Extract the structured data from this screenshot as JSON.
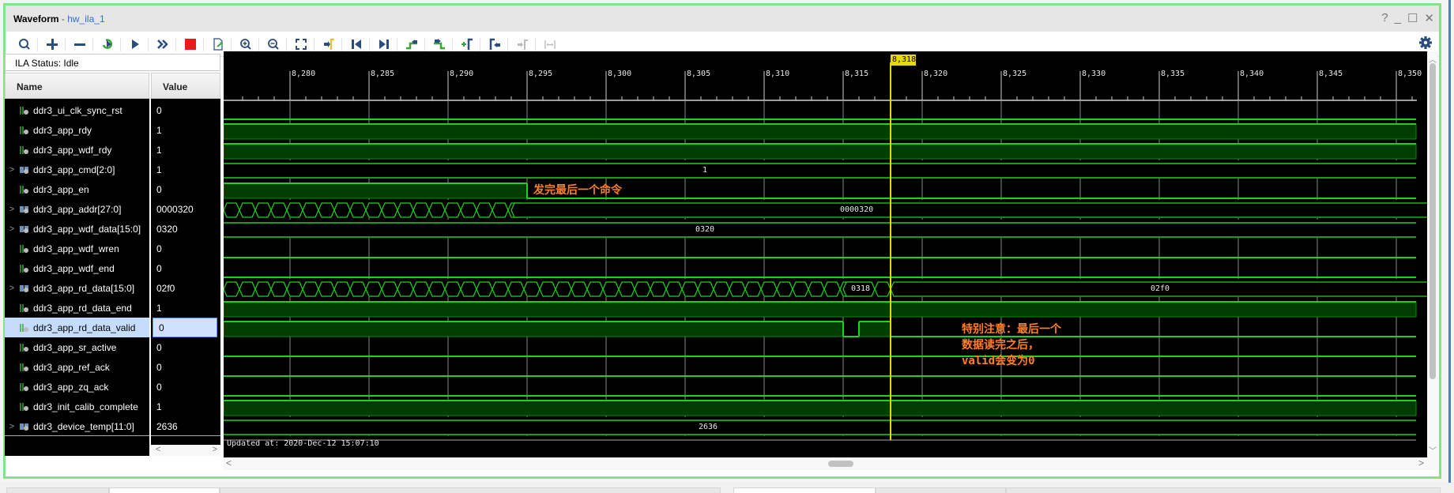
{
  "window": {
    "title": "Waveform",
    "separator": " - ",
    "subtitle": "hw_ila_1",
    "controls": [
      "?",
      "_",
      "☐",
      "✕"
    ]
  },
  "toolbar": {
    "buttons": [
      {
        "name": "search",
        "icon": "search-icon"
      },
      {
        "name": "add",
        "icon": "plus-icon"
      },
      {
        "name": "remove",
        "icon": "minus-icon"
      },
      {
        "name": "run-trigger-immediate",
        "icon": "refresh-run-icon"
      },
      {
        "name": "run-trigger",
        "icon": "play-icon"
      },
      {
        "name": "run-trigger-continuous",
        "icon": "double-chevron-icon"
      },
      {
        "name": "stop",
        "icon": "stop-icon"
      },
      {
        "name": "export",
        "icon": "export-icon"
      },
      {
        "name": "zoom-in",
        "icon": "zoom-in-icon"
      },
      {
        "name": "zoom-out",
        "icon": "zoom-out-icon"
      },
      {
        "name": "zoom-fit",
        "icon": "zoom-fit-icon"
      },
      {
        "name": "go-to-cursor",
        "icon": "go-to-cursor-icon"
      },
      {
        "name": "go-to-time-0",
        "icon": "skip-start-icon"
      },
      {
        "name": "go-to-last-time",
        "icon": "skip-end-icon"
      },
      {
        "name": "previous-transition",
        "icon": "previous-transition-icon"
      },
      {
        "name": "next-transition",
        "icon": "next-transition-icon"
      },
      {
        "name": "add-marker",
        "icon": "add-marker-icon"
      },
      {
        "name": "previous-marker",
        "icon": "previous-marker-icon"
      },
      {
        "name": "next-marker",
        "icon": "next-marker-icon"
      },
      {
        "name": "swap-cursors",
        "icon": "swap-cursors-icon"
      }
    ],
    "settings_icon": "gear-icon"
  },
  "ila_status": "ILA Status:  Idle",
  "columns": {
    "name": "Name",
    "value": "Value"
  },
  "signals": [
    {
      "name": "ddr3_ui_clk_sync_rst",
      "value": "0",
      "type": "bit"
    },
    {
      "name": "ddr3_app_rdy",
      "value": "1",
      "type": "bit"
    },
    {
      "name": "ddr3_app_wdf_rdy",
      "value": "1",
      "type": "bit"
    },
    {
      "name": "ddr3_app_cmd[2:0]",
      "value": "1",
      "type": "bus"
    },
    {
      "name": "ddr3_app_en",
      "value": "0",
      "type": "bit"
    },
    {
      "name": "ddr3_app_addr[27:0]",
      "value": "0000320",
      "type": "bus"
    },
    {
      "name": "ddr3_app_wdf_data[15:0]",
      "value": "0320",
      "type": "bus"
    },
    {
      "name": "ddr3_app_wdf_wren",
      "value": "0",
      "type": "bit"
    },
    {
      "name": "ddr3_app_wdf_end",
      "value": "0",
      "type": "bit"
    },
    {
      "name": "ddr3_app_rd_data[15:0]",
      "value": "02f0",
      "type": "bus"
    },
    {
      "name": "ddr3_app_rd_data_end",
      "value": "1",
      "type": "bit"
    },
    {
      "name": "ddr3_app_rd_data_valid",
      "value": "0",
      "type": "bit",
      "selected": true
    },
    {
      "name": "ddr3_app_sr_active",
      "value": "0",
      "type": "bit"
    },
    {
      "name": "ddr3_app_ref_ack",
      "value": "0",
      "type": "bit"
    },
    {
      "name": "ddr3_app_zq_ack",
      "value": "0",
      "type": "bit"
    },
    {
      "name": "ddr3_init_calib_complete",
      "value": "1",
      "type": "bit"
    },
    {
      "name": "ddr3_device_temp[11:0]",
      "value": "2636",
      "type": "bus"
    }
  ],
  "timeline": {
    "ticks": [
      "8,280",
      "8,285",
      "8,290",
      "8,295",
      "8,300",
      "8,305",
      "8,310",
      "8,315",
      "8,320",
      "8,325",
      "8,330",
      "8,335",
      "8,340",
      "8,345",
      "8,350"
    ],
    "cursor_label": "8,318",
    "updated": "Updated at: 2020-Dec-12 15:07:10"
  },
  "waveform_labels": {
    "cmd": "1",
    "addr": "0000320",
    "wdf_data": "0320",
    "rd_data_a": "0318",
    "rd_data_b": "02f0",
    "device_temp": "2636"
  },
  "annotations": {
    "note1": "发完最后一个命令",
    "note2_line1": "特别注意：最后一个",
    "note2_line2": "数据读完之后，",
    "note2_line3": "valid会变为0"
  },
  "colors": {
    "trace": "#1fd11f",
    "high_fill": "#003d00",
    "cursor": "#e6d800",
    "annotation": "#ff7f27",
    "grid": "#8a8a8a",
    "border": "#86e382"
  }
}
